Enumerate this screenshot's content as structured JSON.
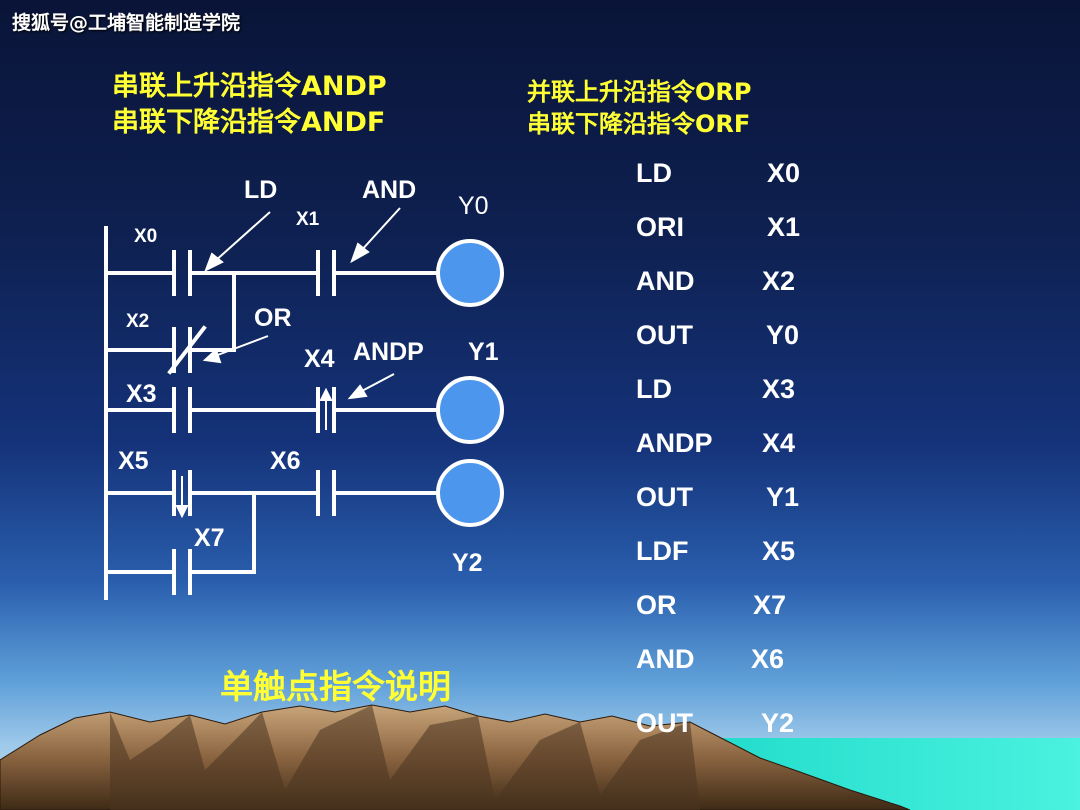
{
  "watermark": "搜狐号@工埔智能制造学院",
  "titles": {
    "series_andp": "串联上升沿指令ANDP",
    "series_andf": "串联下降沿指令ANDF",
    "parallel_orp": "并联上升沿指令ORP",
    "parallel_orf": "串联下降沿指令ORF"
  },
  "caption": "单触点指令说明",
  "diagram_labels": {
    "x0": "X0",
    "x1": "X1",
    "x2": "X2",
    "x3": "X3",
    "x4": "X4",
    "x5": "X5",
    "x6": "X6",
    "x7": "X7",
    "y0": "Y0",
    "y1": "Y1",
    "y2": "Y2",
    "note_ld": "LD",
    "note_and": "AND",
    "note_or": "OR",
    "note_andp": "ANDP"
  },
  "instructions": [
    {
      "op": "LD",
      "arg": "X0"
    },
    {
      "op": "ORI",
      "arg": "X1"
    },
    {
      "op": "AND",
      "arg": "X2"
    },
    {
      "op": "OUT",
      "arg": "Y0"
    },
    {
      "op": "LD",
      "arg": "X3"
    },
    {
      "op": "ANDP",
      "arg": "X4"
    },
    {
      "op": "OUT",
      "arg": "Y1"
    },
    {
      "op": "LDF",
      "arg": "X5"
    },
    {
      "op": "OR",
      "arg": "X7"
    },
    {
      "op": "AND",
      "arg": "X6"
    },
    {
      "op": "OUT",
      "arg": "Y2"
    }
  ],
  "colors": {
    "coil_fill": "#4d96ee",
    "wire": "#ffffff",
    "title_text": "#ffff33",
    "sea": "#22e0d0",
    "mountain_dark": "#4a3520",
    "mountain_light": "#b08a60"
  }
}
